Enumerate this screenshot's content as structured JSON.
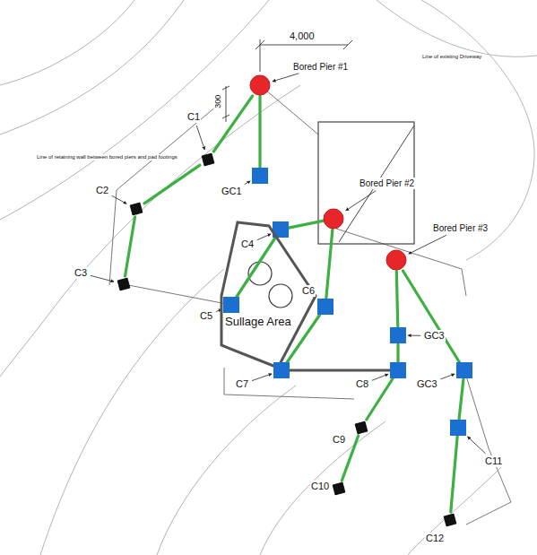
{
  "diagram": {
    "nodes": [
      {
        "text": [
          "Bored Pier #1"
        ]
      },
      {
        "text": [
          "C1"
        ]
      },
      {
        "text": [
          "GC1"
        ]
      },
      {
        "text": [
          "C2"
        ]
      },
      {
        "text": [
          "Bored Pier #2"
        ]
      },
      {
        "text": [
          "C4"
        ]
      },
      {
        "text": [
          "Sullage Area"
        ]
      },
      {
        "text": [
          "Bored Pier #3"
        ]
      },
      {
        "text": [
          "C3"
        ]
      },
      {
        "text": [
          "C5"
        ]
      },
      {
        "text": [
          "C6"
        ]
      },
      {
        "text": [
          "GC3"
        ]
      },
      {
        "text": [
          "C7"
        ]
      },
      {
        "text": [
          "C8"
        ]
      },
      {
        "text": [
          "GC3"
        ]
      },
      {
        "text": [
          "C11"
        ]
      },
      {
        "text": [
          "C9"
        ]
      },
      {
        "text": [
          "C10"
        ]
      },
      {
        "text": [
          "C12"
        ]
      }
    ],
    "edges": [
      {
        "from": 0,
        "to": 1,
        "arrow": "none"
      },
      {
        "from": 0,
        "to": 2,
        "arrow": "none"
      },
      {
        "from": 1,
        "to": 3,
        "arrow": "none"
      },
      {
        "from": 3,
        "to": 8,
        "arrow": "none"
      },
      {
        "from": 4,
        "to": 5,
        "arrow": "none"
      },
      {
        "from": 5,
        "to": 9,
        "arrow": "none"
      },
      {
        "from": 4,
        "to": 10,
        "arrow": "none"
      },
      {
        "from": 10,
        "to": 12,
        "arrow": "none"
      },
      {
        "from": 7,
        "to": 11,
        "arrow": "none"
      },
      {
        "from": 11,
        "to": 13,
        "arrow": "none"
      },
      {
        "from": 13,
        "to": 16,
        "arrow": "none"
      },
      {
        "from": 16,
        "to": 17,
        "arrow": "none"
      },
      {
        "from": 7,
        "to": 14,
        "arrow": "none"
      },
      {
        "from": 14,
        "to": 15,
        "arrow": "none"
      },
      {
        "from": 15,
        "to": 18,
        "arrow": "none"
      }
    ],
    "labels": [
      "4,000",
      "300",
      "Line of existing Driveway",
      "Line of retaining wall between bored piers and pad footings"
    ]
  }
}
